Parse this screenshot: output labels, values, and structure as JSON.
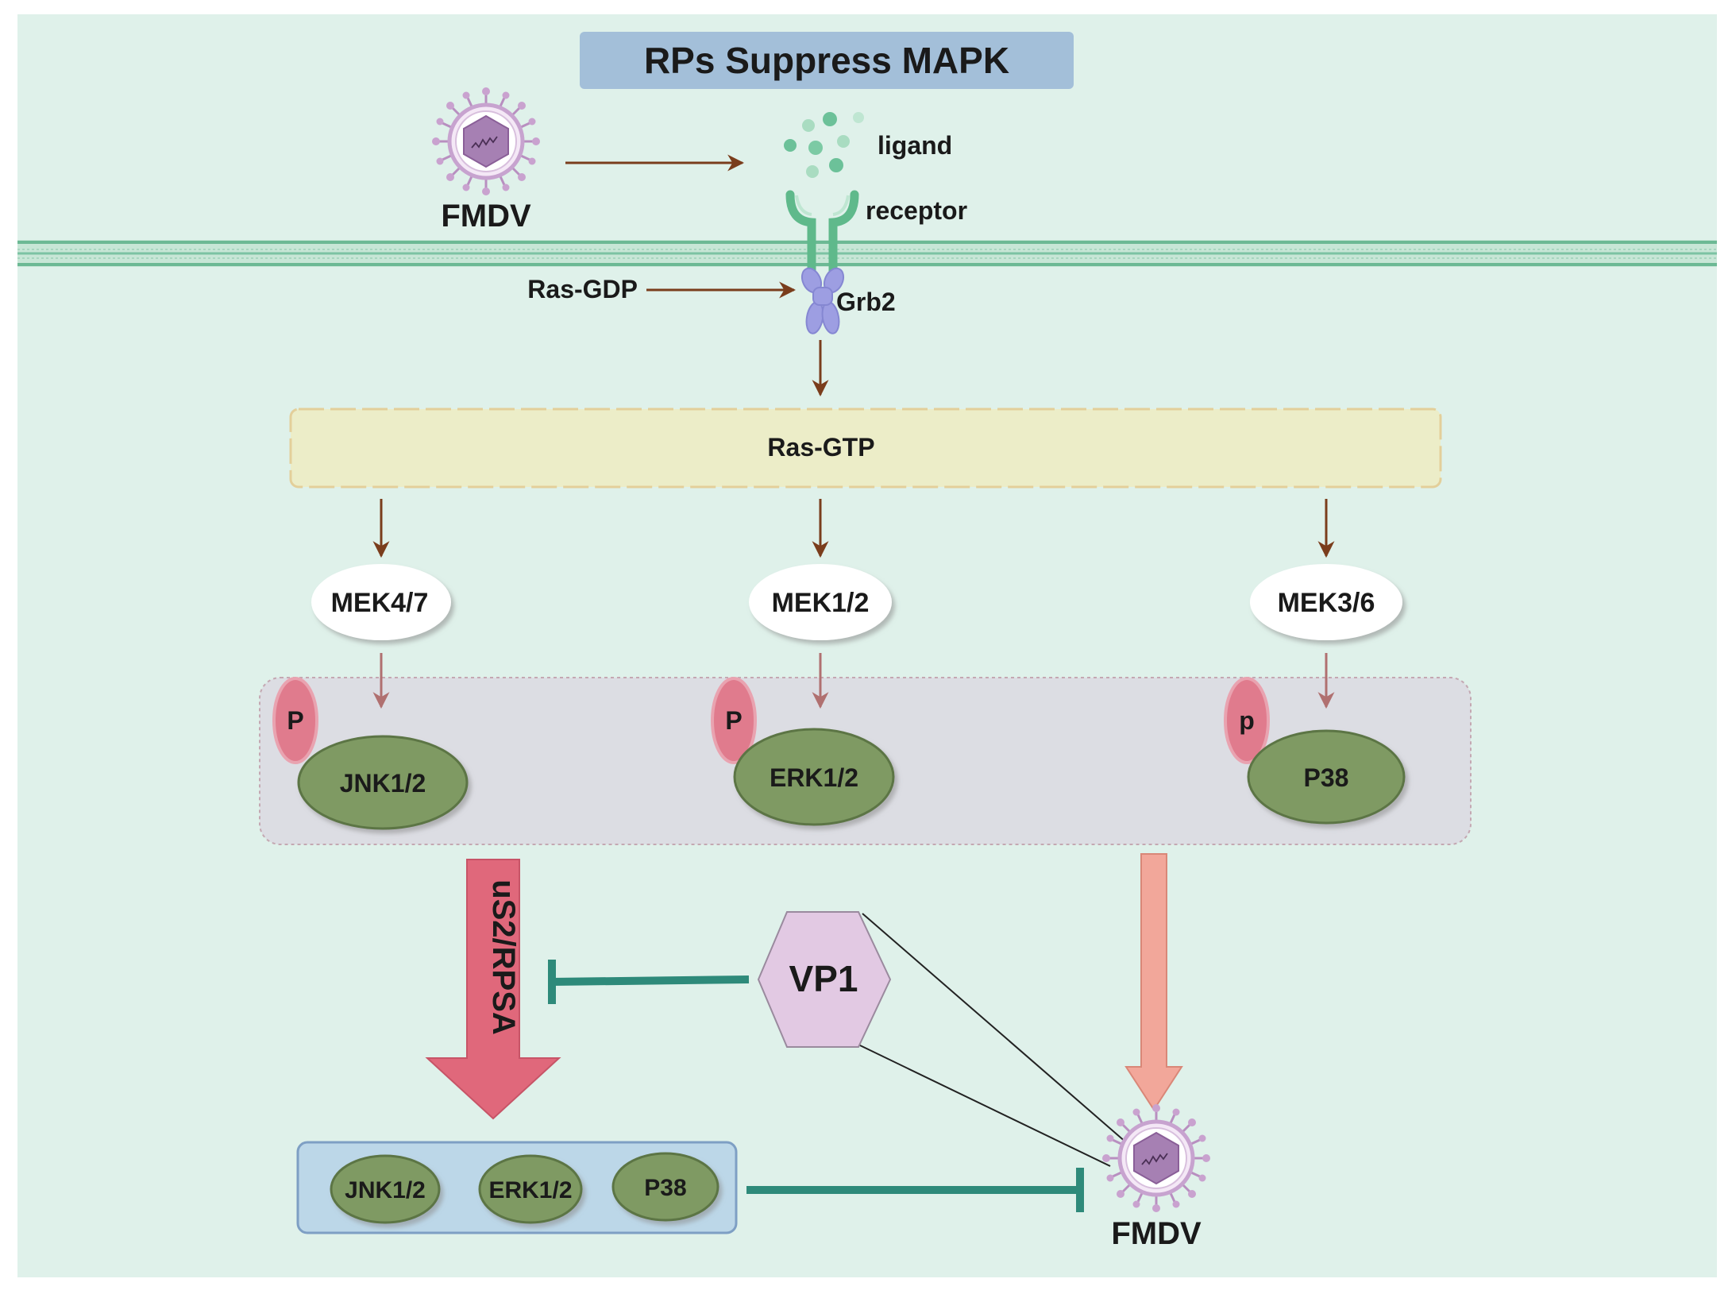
{
  "title": "RPs Suppress MAPK",
  "virus_top_label": "FMDV",
  "virus_bottom_label": "FMDV",
  "ligand_label": "ligand",
  "receptor_label": "receptor",
  "ras_gdp_label": "Ras-GDP",
  "grb2_label": "Grb2",
  "ras_gtp_label": "Ras-GTP",
  "mek": [
    "MEK4/7",
    "MEK1/2",
    "MEK3/6"
  ],
  "kinases": [
    "JNK1/2",
    "ERK1/2",
    "P38"
  ],
  "phospho": [
    "P",
    "P",
    "p"
  ],
  "inhibitor_label": "uS2/RPSA",
  "vp1_label": "VP1",
  "suppressed": [
    "JNK1/2",
    "ERK1/2",
    "P38"
  ],
  "colors": {
    "background": "#dff1ea",
    "title_box": "#a3bfd9",
    "membrane": "#7cc3a3",
    "arrow_brown": "#7a3d1c",
    "ras_gtp_box": "#ecedc8",
    "kinase_panel": "#dcdde3",
    "kinase_fill": "#7f9a63",
    "phospho_fill": "#e07b8d",
    "red_arrow": "#e0687b",
    "salmon_arrow": "#f2a79a",
    "vp1_fill": "#e2c9e3",
    "inhibit_teal": "#2e8a7a",
    "suppressed_box": "#bcd7e8",
    "virus_purple": "#9b6fa8"
  }
}
